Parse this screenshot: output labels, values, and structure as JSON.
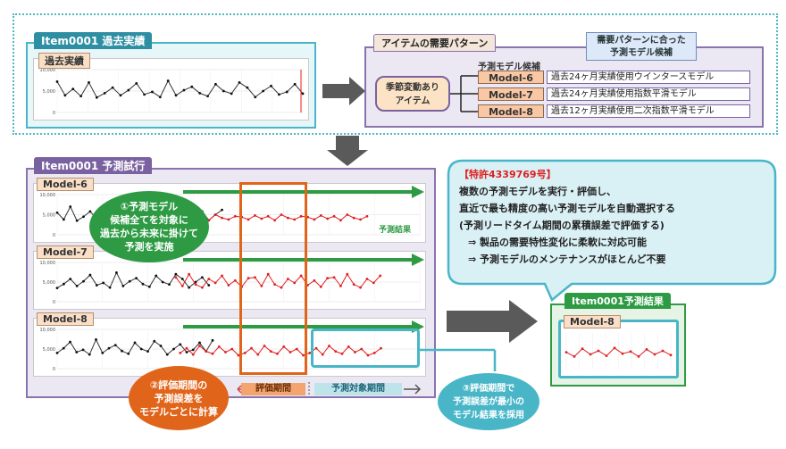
{
  "top": {
    "history_tab": "Item0001  過去実績",
    "history_chart_tab": "過去実績",
    "demand_pattern_tab": "アイテムの需要パターン",
    "candidates_tag_line1": "需要パターンに合った",
    "candidates_tag_line2": "予測モデル候補",
    "candidates_label": "予測モデル候補",
    "seasonal_line1": "季節変動あり",
    "seasonal_line2": "アイテム",
    "models": [
      {
        "name": "Model-6",
        "desc": "過去24ヶ月実績使用ウインタースモデル"
      },
      {
        "name": "Model-7",
        "desc": "過去24ヶ月実績使用指数平滑モデル"
      },
      {
        "name": "Model-8",
        "desc": "過去12ヶ月実績使用二次指数平滑モデル"
      }
    ]
  },
  "trial": {
    "tab": "Item0001  予測試行",
    "charts": [
      {
        "label": "Model-6"
      },
      {
        "label": "Model-7"
      },
      {
        "label": "Model-8"
      }
    ],
    "forecast_result_label": "予測結果",
    "eval_period_label": "評価期間",
    "target_period_label": "予測対象期間"
  },
  "axis": {
    "ticks": [
      "0",
      "5,000",
      "10,000"
    ]
  },
  "callouts": {
    "c1": [
      "①予測モデル",
      "候補全てを対象に",
      "過去から未来に掛けて",
      "予測を実施"
    ],
    "c2": [
      "②評価期間の",
      "予測誤差を",
      "モデルごとに計算"
    ],
    "c3": [
      "③評価期間で",
      "予測誤差が最小の",
      "モデル結果を採用"
    ]
  },
  "patent": {
    "title": "【特許4339769号】",
    "lines": [
      "複数の予測モデルを実行・評価し、",
      "直近で最も精度の高い予測モデルを自動選択する",
      "(予測リードタイム期間の累積誤差で評価する)",
      "⇒ 製品の需要特性変化に柔軟に対応可能",
      "⇒ 予測モデルのメンテナンスがほとんど不要"
    ]
  },
  "result": {
    "tab": "Item0001予測結果",
    "chart_label": "Model-8"
  },
  "colors": {
    "cyan": "#49b6c8",
    "purple": "#8a72ad",
    "green": "#2e9b44",
    "orange": "#e0651a",
    "red": "#e02020"
  }
}
